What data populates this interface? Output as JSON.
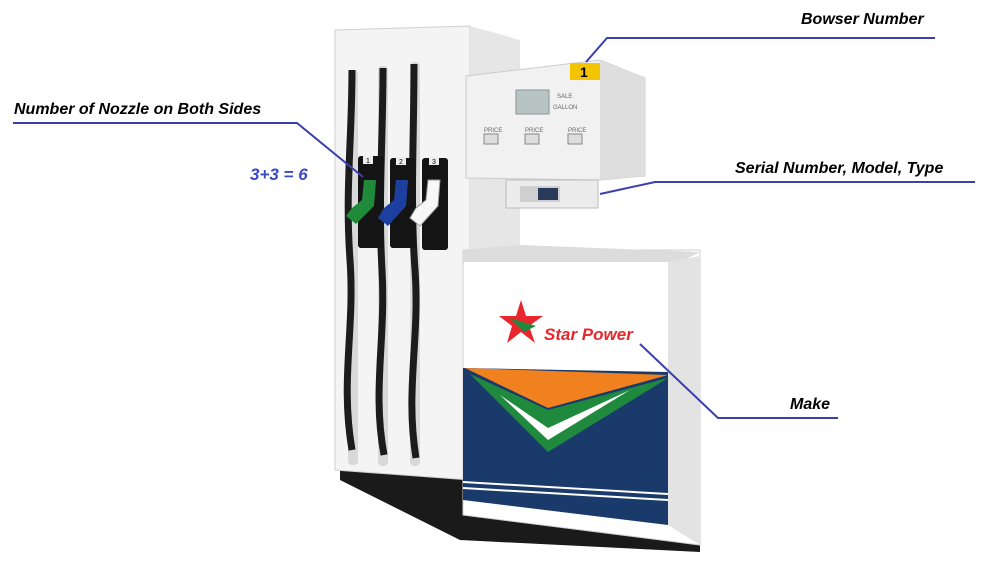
{
  "annotations": {
    "bowser_number": "Bowser Number",
    "nozzle_count": "Number of Nozzle on Both Sides",
    "nozzle_calc": "3+3 = 6",
    "serial": "Serial Number, Model, Type",
    "make": "Make"
  },
  "pump": {
    "bowser_id": "1",
    "brand_name": "Star Power",
    "display_labels": [
      "SALE",
      "GALLON"
    ],
    "price_labels": [
      "PRICE",
      "PRICE",
      "PRICE"
    ],
    "nozzle_numbers": [
      "1",
      "2",
      "3"
    ],
    "nozzle_colors": [
      "#1e8a3a",
      "#1d3fa0",
      "#f2f2f2"
    ]
  },
  "colors": {
    "annotation_line": "#3a3fae",
    "badge": "#f5c400",
    "panel_blue": "#1a3a6b",
    "chevron_orange": "#f0811e",
    "chevron_green": "#1f8a3e",
    "star_red": "#e8262b"
  }
}
